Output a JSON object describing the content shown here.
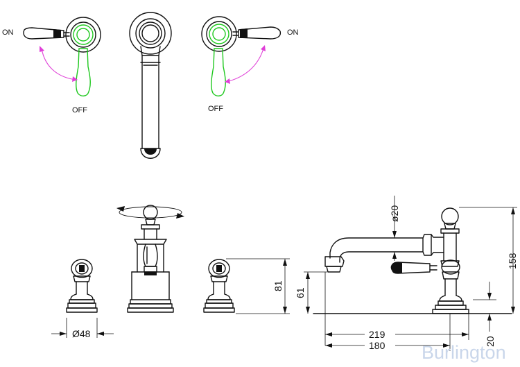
{
  "labels": {
    "left_on": "ON",
    "left_off": "OFF",
    "right_on": "ON",
    "right_off": "OFF"
  },
  "dimensions": {
    "diameter_base": "Ø48",
    "height_81": "81",
    "height_61": "61",
    "diameter_spout": "ø20",
    "height_158": "158",
    "length_219": "219",
    "length_180": "180",
    "deck_20": "20"
  },
  "brand": {
    "logo_text": "Burlington",
    "color": "#c9d6ea"
  },
  "colors": {
    "outline": "#111111",
    "off_position": "#1ec81e",
    "rotation_arrow": "#e040d8"
  }
}
